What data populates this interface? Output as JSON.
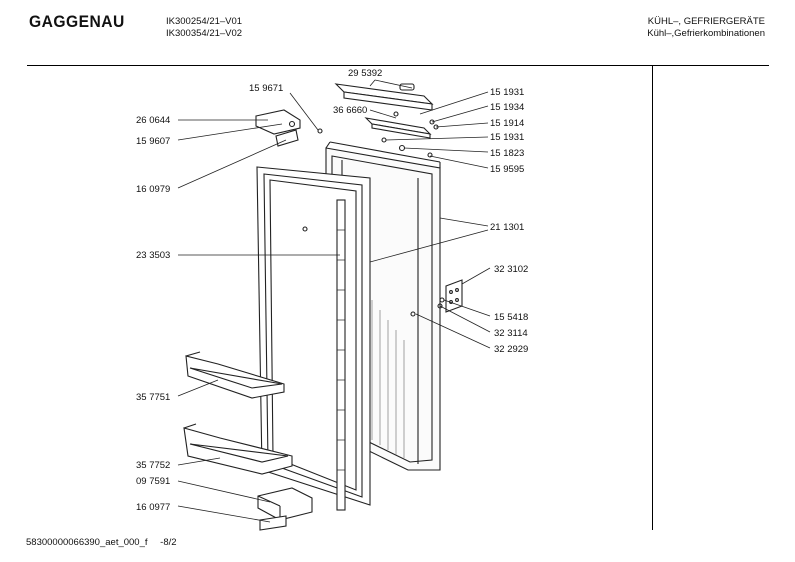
{
  "header": {
    "brand": "GAGGENAU",
    "models": [
      "IK300254/21–V01",
      "IK300354/21–V02"
    ],
    "category_lines": [
      "KÜHL–, GEFRIERGERÄTE",
      "Kühl–,Gefrierkombinationen"
    ]
  },
  "parts": {
    "p295392": "29 5392",
    "p159671": "15 9671",
    "p151931a": "15 1931",
    "p151934": "15 1934",
    "p366660": "36 6660",
    "p260644": "26 0644",
    "p151914": "15 1914",
    "p159607": "15 9607",
    "p151931b": "15 1931",
    "p151823": "15 1823",
    "p159595": "15 9595",
    "p160979": "16 0979",
    "p211301": "21 1301",
    "p233503": "23 3503",
    "p323102": "32 3102",
    "p155418": "15 5418",
    "p323114": "32 3114",
    "p322929": "32 2929",
    "p357751": "35 7751",
    "p357752": "35 7752",
    "p097591": "09 7591",
    "p160977": "16 0977"
  },
  "footer": {
    "doc_id": "58300000066390_aet_000_f",
    "page": "-8/2"
  }
}
